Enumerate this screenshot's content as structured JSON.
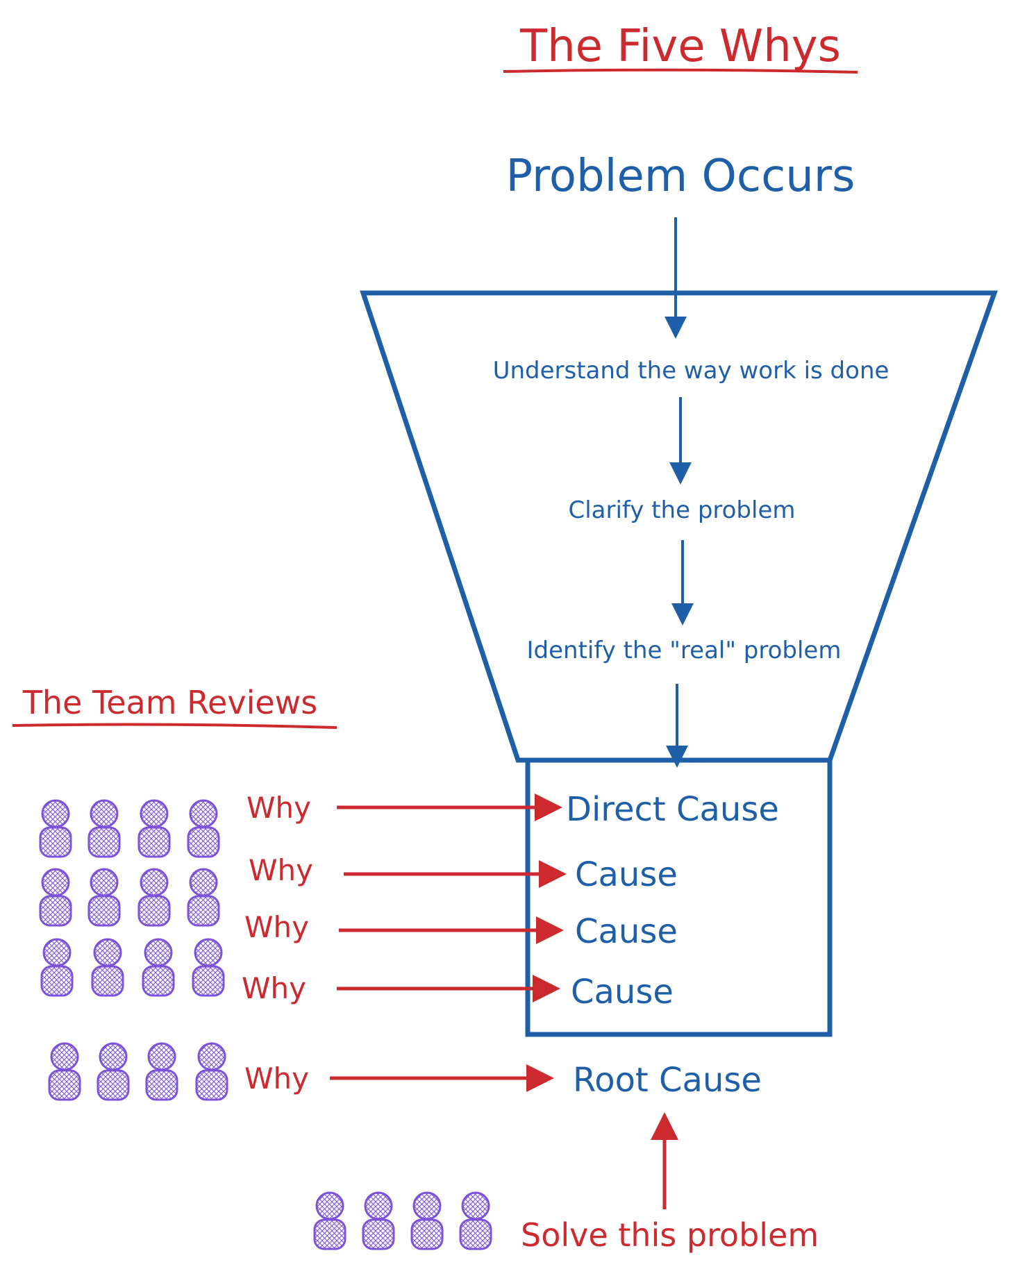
{
  "title": "The Five Whys",
  "problem": "Problem Occurs",
  "funnel_steps": [
    "Understand the way work is done",
    "Clarify the problem",
    "Identify the \"real\" problem"
  ],
  "team_label": "The Team Reviews",
  "why_label": "Why",
  "causes": [
    "Direct Cause",
    "Cause",
    "Cause",
    "Cause"
  ],
  "root_cause": "Root Cause",
  "solve_label": "Solve this problem",
  "colors": {
    "red": "#cc2a2f",
    "blue": "#1f5fa8",
    "people": "#7b52d9"
  }
}
